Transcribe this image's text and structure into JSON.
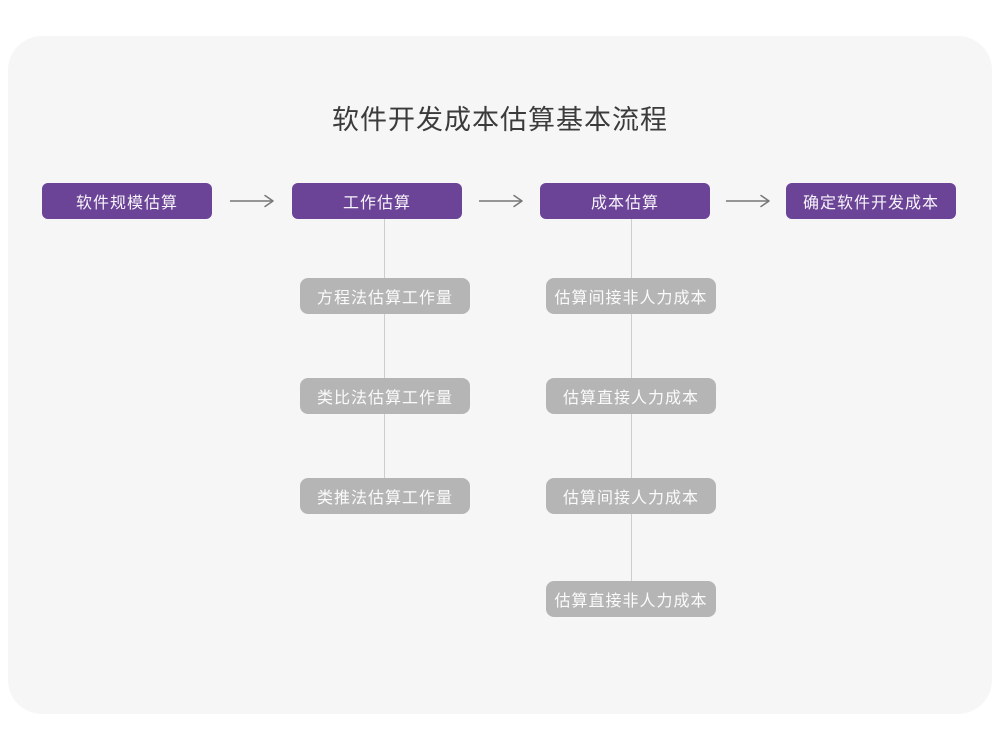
{
  "title": "软件开发成本估算基本流程",
  "colors": {
    "canvas_background": "#f6f6f6",
    "stage_fill": "#6b4397",
    "substep_fill": "#b5b5b5",
    "connector_line": "#cdcdcd",
    "arrow_stroke": "#777777",
    "title_text": "#3b3b3b",
    "box_text": "#ffffff"
  },
  "flow": {
    "stages": [
      {
        "label": "软件规模估算"
      },
      {
        "label": "工作估算",
        "children": [
          "方程法估算工作量",
          "类比法估算工作量",
          "类推法估算工作量"
        ]
      },
      {
        "label": "成本估算",
        "children": [
          "估算间接非人力成本",
          "估算直接人力成本",
          "估算间接人力成本",
          "估算直接非人力成本"
        ]
      },
      {
        "label": "确定软件开发成本"
      }
    ]
  }
}
